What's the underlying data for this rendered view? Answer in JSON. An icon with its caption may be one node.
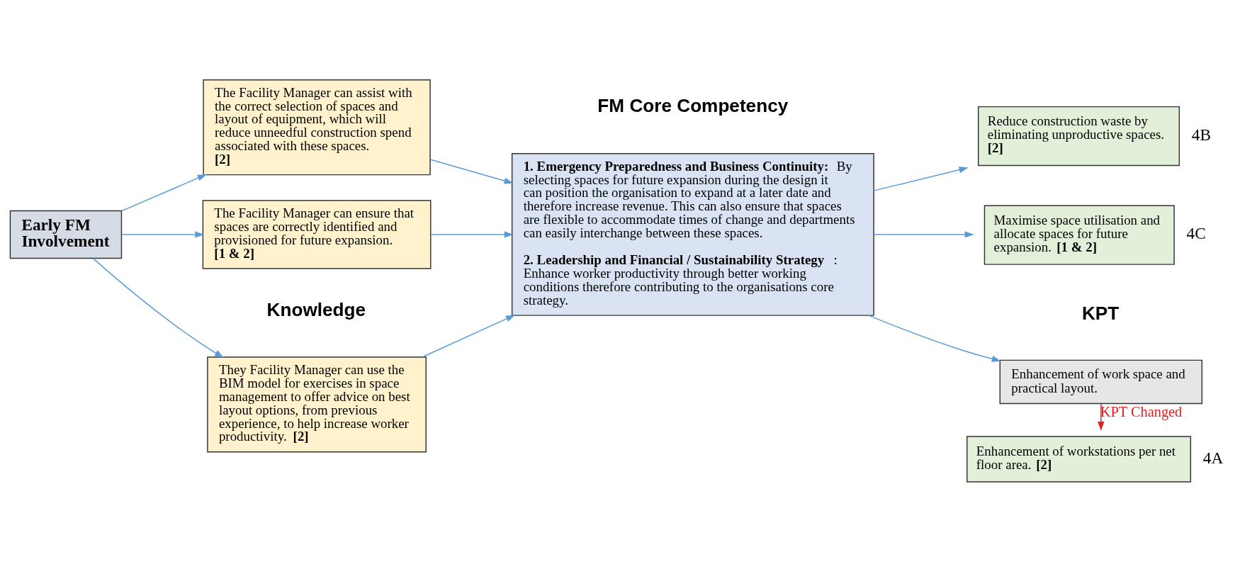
{
  "diagram": {
    "nodes": [
      {
        "text": [
          "Early FM Involvement"
        ]
      },
      {
        "text": [
          "They Facility Manager can use the BIM model for exercises in space management to offer advice on best layout options, from previous experience, to help increase worker productivity. **[2]**"
        ]
      },
      {
        "text": [
          "The Facility Manager can assist with the correct selection of spaces and layout of equipment, which will reduce unneedful construction spend associated with these spaces. **[2]**"
        ]
      },
      {
        "text": [
          "The Facility Manager can ensure that spaces are correctly identified and provisioned for future expansion. **[1 & 2]**"
        ]
      },
      {
        "text": [
          "**1. Emergency Preparedness and Business Continuity:** By selecting spaces for future expansion during the design it can position the organisation to expand at a later date and therefore increase revenue. This can also ensure that spaces are flexible to accommodate times of change and departments can easily interchange between these spaces.",
          "**2. Leadership and Financial / Sustainability Strategy**: Enhance worker productivity through better working conditions therefore contributing to the organisations core strategy."
        ]
      },
      {
        "text": [
          "Enhancement of work space and practical layout."
        ]
      },
      {
        "text": [
          "Enhancement of workstations per net floor area. **[2]**"
        ],
        "beside": [
          "4A"
        ]
      },
      {
        "text": [
          "Reduce construction waste by eliminating unproductive spaces. **[2]**"
        ],
        "beside": [
          "4B"
        ]
      },
      {
        "text": [
          "Maximise space utilisation and allocate spaces for future expansion. **[1 & 2]**"
        ],
        "beside": [
          "4C"
        ]
      }
    ],
    "edges": [
      {
        "from": 0,
        "to": 1,
        "arrow": "to"
      },
      {
        "from": 0,
        "to": 2,
        "arrow": "to"
      },
      {
        "from": 0,
        "to": 3,
        "arrow": "to"
      },
      {
        "from": 1,
        "to": 4,
        "arrow": "to"
      },
      {
        "from": 2,
        "to": 4,
        "arrow": "to"
      },
      {
        "from": 3,
        "to": 4,
        "arrow": "to"
      },
      {
        "from": 4,
        "to": 5,
        "arrow": "to"
      },
      {
        "from": 4,
        "to": 7,
        "arrow": "to"
      },
      {
        "from": 4,
        "to": 8,
        "arrow": "to"
      },
      {
        "from": 5,
        "to": 6,
        "arrow": "to",
        "label": "KPT Changed",
        "color": "#e02020"
      }
    ],
    "labels": [
      "Knowledge",
      "FM Core Competency",
      "KPT"
    ]
  }
}
